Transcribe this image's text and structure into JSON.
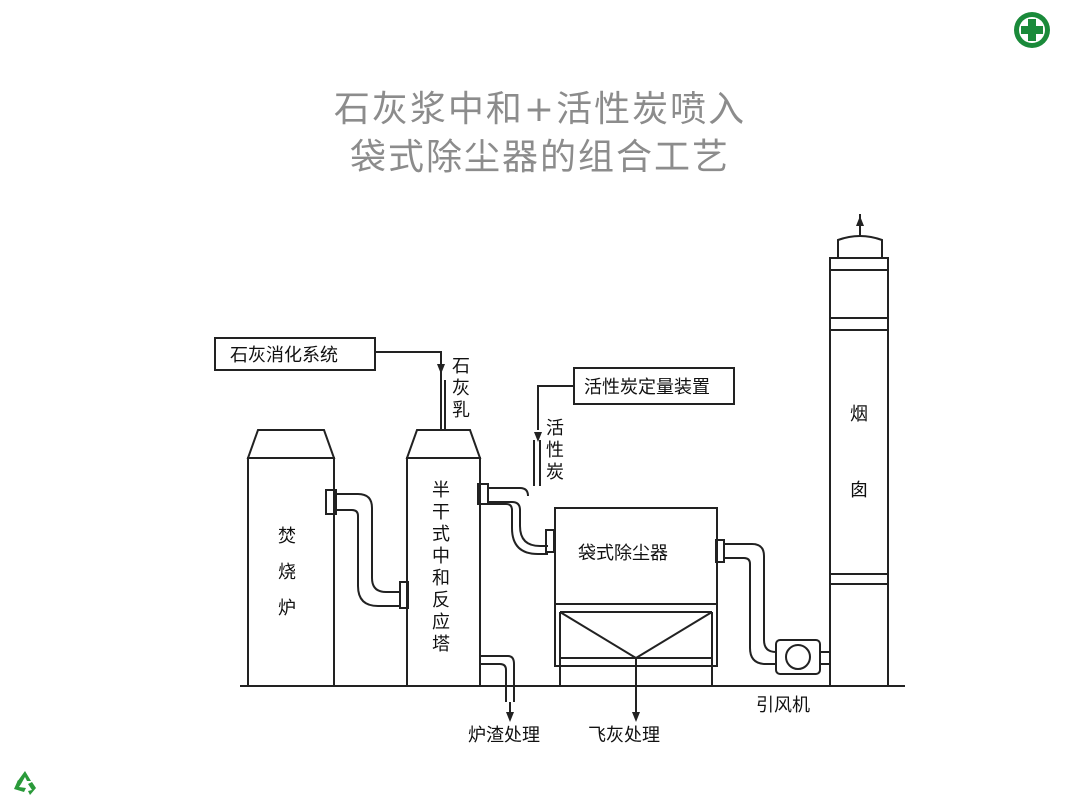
{
  "title": {
    "line1": "石灰浆中和+活性炭喷入",
    "line2": "袋式除尘器的组合工艺"
  },
  "diagram": {
    "lime_system": "石灰消化系统",
    "lime_milk": [
      "石",
      "灰",
      "乳"
    ],
    "carbon_device": "活性炭定量装置",
    "carbon": [
      "活",
      "性",
      "炭"
    ],
    "incinerator": [
      "焚",
      "烧",
      "炉"
    ],
    "reaction_tower": [
      "半",
      "干",
      "式",
      "中",
      "和",
      "反",
      "应",
      "塔"
    ],
    "bag_filter": "袋式除尘器",
    "chimney": [
      "烟",
      "囱"
    ],
    "slag": "炉渣处理",
    "fly_ash": "飞灰处理",
    "fan": "引风机"
  },
  "colors": {
    "title": "#8c8c8c",
    "logo_green": "#1a8a3a",
    "line": "#222222"
  },
  "icons": {
    "top_right": "medical-cross-logo-icon",
    "bottom_left": "recycle-icon"
  }
}
